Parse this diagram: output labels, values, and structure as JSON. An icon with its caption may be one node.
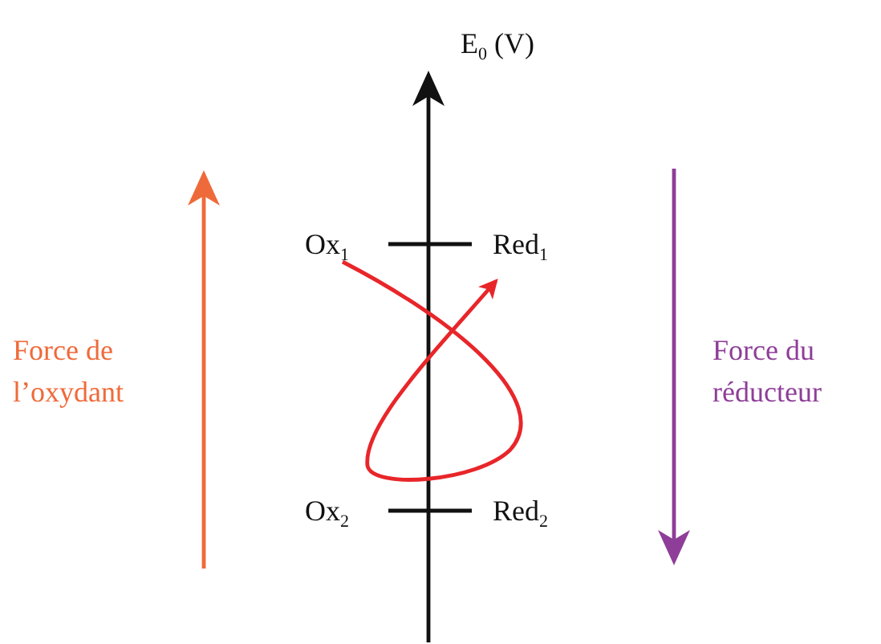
{
  "diagram": {
    "nodes": [
      {
        "text": [
          "Ox$_{1}$"
        ]
      },
      {
        "text": [
          "Red$_{1}$"
        ]
      },
      {
        "text": [
          "Ox$_{2}$"
        ]
      },
      {
        "text": [
          "Red$_{2}$"
        ]
      }
    ],
    "edges": [
      {
        "from": 0,
        "to": 1,
        "arrow": "to",
        "color": "#e8262a"
      }
    ],
    "labels": [
      "E$_{0}$ (V)",
      "Force de l’oxydant",
      "Force du réducteur"
    ]
  }
}
